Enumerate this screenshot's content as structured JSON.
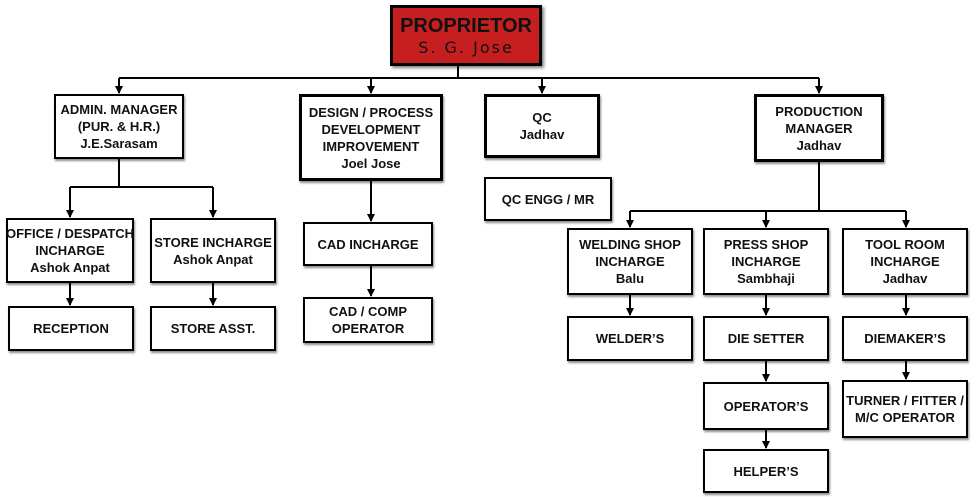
{
  "root": {
    "title": "PROPRIETOR",
    "name": "S. G. Jose"
  },
  "admin": {
    "l1": "ADMIN. MANAGER",
    "l2": "(PUR. & H.R.)",
    "l3": "J.E.Sarasam"
  },
  "design": {
    "l1": "DESIGN  / PROCESS",
    "l2": "DEVELOPMENT",
    "l3": "IMPROVEMENT",
    "l4": "Joel Jose"
  },
  "qc": {
    "l1": "QC",
    "l2": "Jadhav"
  },
  "production": {
    "l1": "PRODUCTION",
    "l2": "MANAGER",
    "l3": "Jadhav"
  },
  "office": {
    "l1": "OFFICE / DESPATCH",
    "l2": "INCHARGE",
    "l3": "Ashok Anpat"
  },
  "reception": {
    "l1": "RECEPTION"
  },
  "store": {
    "l1": "STORE INCHARGE",
    "l2": "Ashok Anpat"
  },
  "store_asst": {
    "l1": "STORE ASST."
  },
  "cad": {
    "l1": "CAD INCHARGE"
  },
  "cad_comp": {
    "l1": "CAD / COMP",
    "l2": "OPERATOR"
  },
  "qc_engg": {
    "l1": "QC ENGG / MR"
  },
  "welding": {
    "l1": "WELDING SHOP",
    "l2": "INCHARGE",
    "l3": "Balu"
  },
  "welders": {
    "l1": "WELDER’S"
  },
  "press": {
    "l1": "PRESS SHOP",
    "l2": "INCHARGE",
    "l3": "Sambhaji"
  },
  "die_setter": {
    "l1": "DIE SETTER"
  },
  "operators": {
    "l1": "OPERATOR’S"
  },
  "helpers": {
    "l1": "HELPER’S"
  },
  "toolroom": {
    "l1": "TOOL ROOM",
    "l2": "INCHARGE",
    "l3": "Jadhav"
  },
  "diemakers": {
    "l1": "DIEMAKER’S"
  },
  "turner": {
    "l1": "TURNER / FITTER /",
    "l2": "M/C OPERATOR"
  }
}
